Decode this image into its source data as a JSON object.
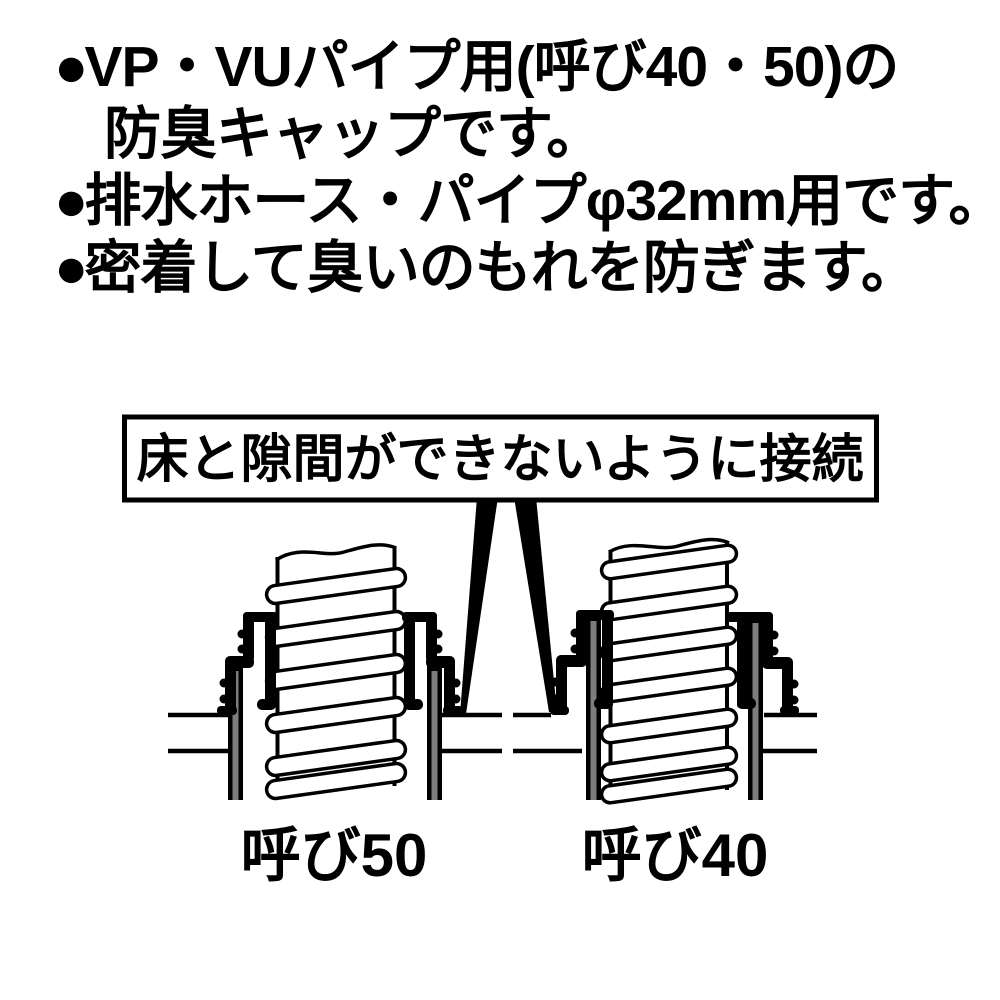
{
  "colors": {
    "ink": "#000000",
    "paper": "#ffffff",
    "pipe_gray": "#7d7d7d"
  },
  "bullets": [
    {
      "marker": "●",
      "lines": [
        "VP・VUパイプ用(呼び40・50)の",
        "防臭キャップです。"
      ]
    },
    {
      "marker": "●",
      "lines": [
        "排水ホース・パイプφ32mm用です。"
      ]
    },
    {
      "marker": "●",
      "lines": [
        "密着して臭いのもれを防ぎます。"
      ]
    }
  ],
  "diagram": {
    "callout": "床と隙間ができないように接続",
    "left_label": "呼び50",
    "right_label": "呼び40"
  }
}
